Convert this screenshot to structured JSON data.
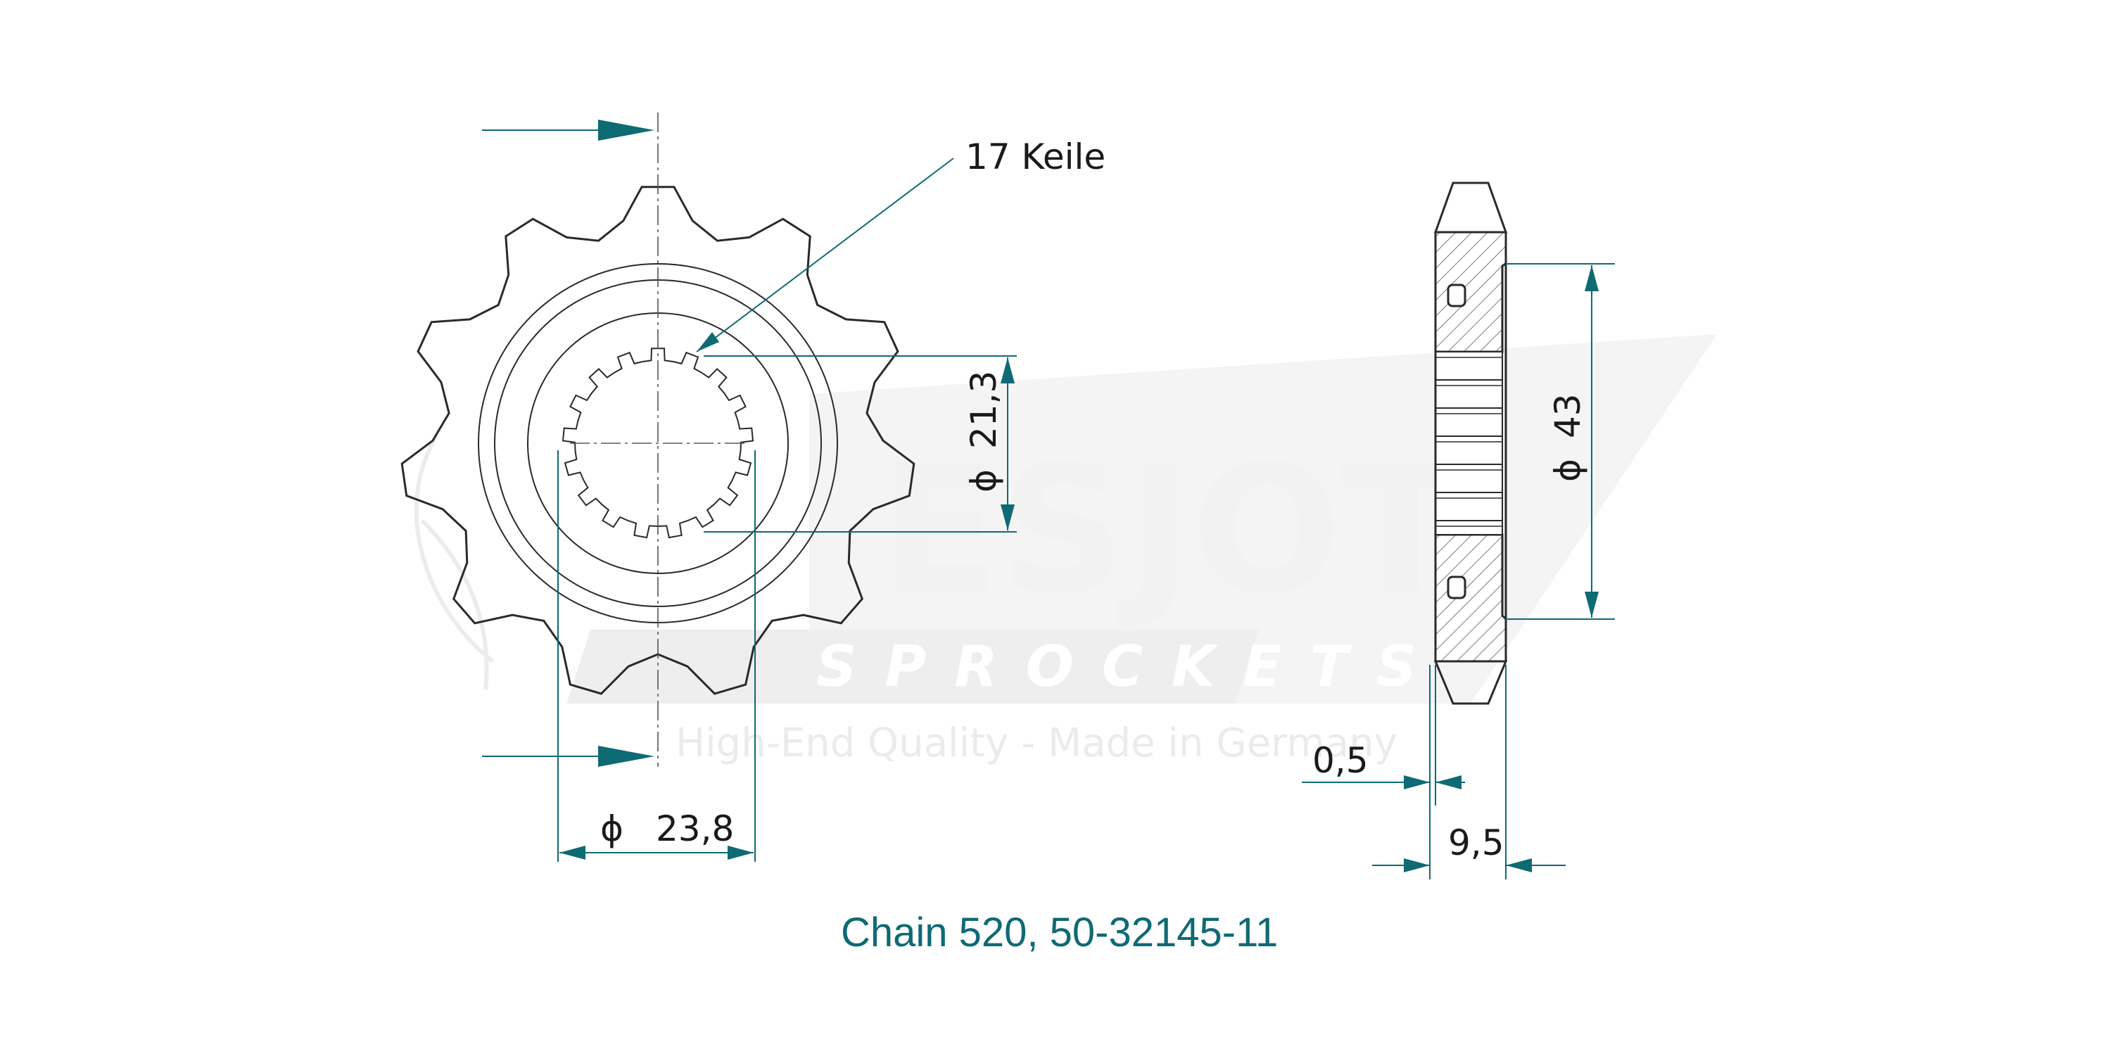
{
  "watermark": {
    "brand": "ESJOT",
    "registered": "®",
    "subtitle": "SPROCKETS",
    "tagline": "High-End Quality - Made in Germany"
  },
  "front_view": {
    "teeth": 11,
    "splines_label": "17 Keile",
    "spline_count": 17,
    "dim_inner": {
      "symbol": "ϕ",
      "value": "21,3"
    },
    "dim_outer_hub": {
      "symbol": "ϕ",
      "value": "23,8"
    }
  },
  "side_view": {
    "dim_hub_diameter": {
      "symbol": "ϕ",
      "value": "43"
    },
    "dim_offset": "0,5",
    "dim_width": "9,5"
  },
  "caption": "Chain 520, 50-32145-11",
  "colors": {
    "dimension": "#0e6a73",
    "outline": "#2a2a2a",
    "watermark": "#ececec"
  }
}
